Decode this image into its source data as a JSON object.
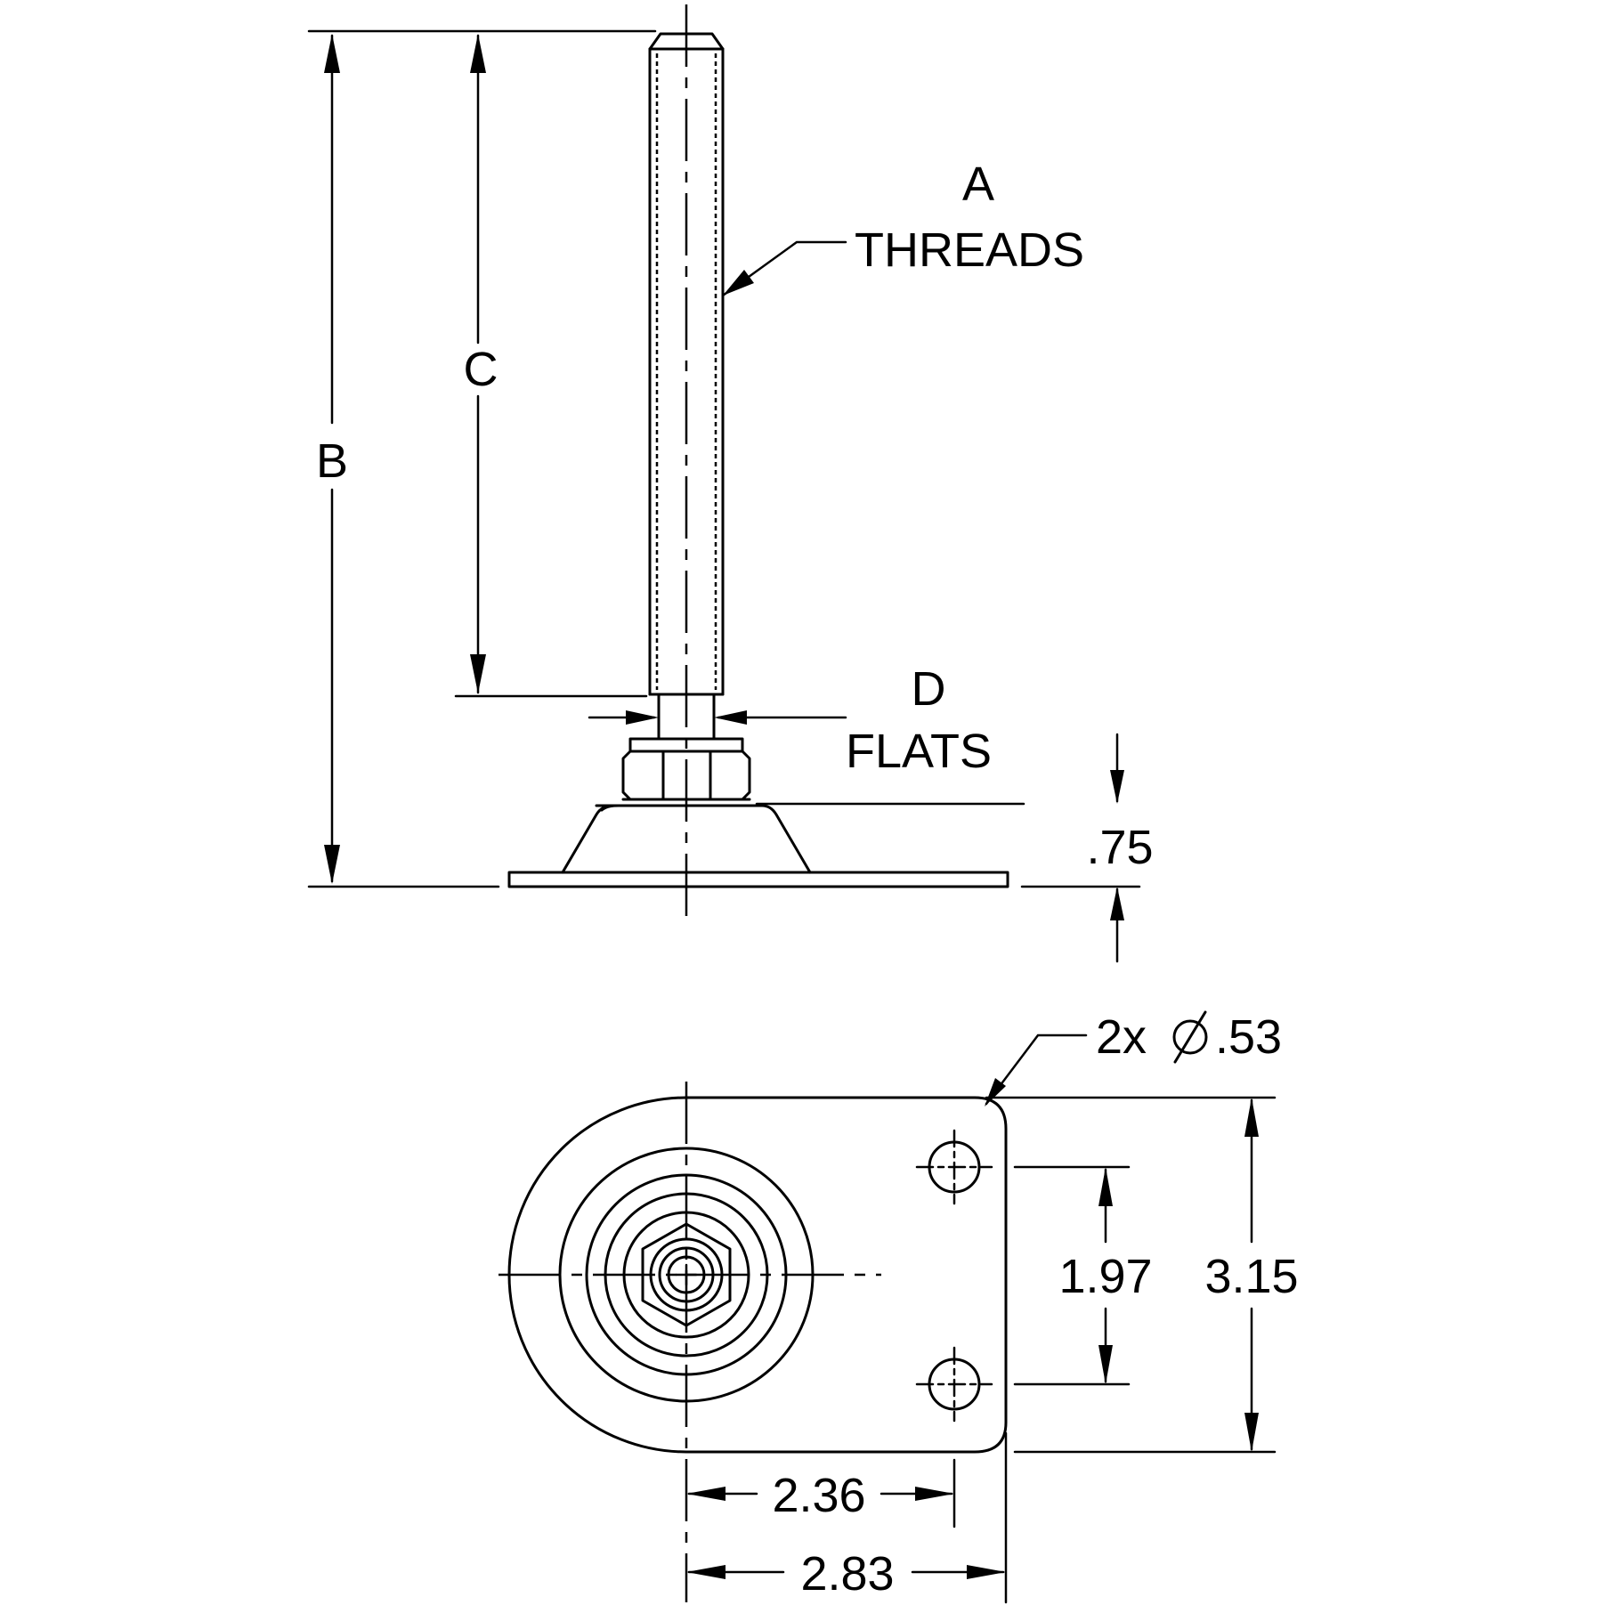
{
  "side_view": {
    "label_a": "A",
    "label_threads": "THREADS",
    "label_b": "B",
    "label_c": "C",
    "label_d": "D",
    "label_flats": "FLATS",
    "dim_base_height": ".75"
  },
  "top_view": {
    "label_holes": "2x",
    "label_hole_dia": ".53",
    "dim_hole_spacing": "1.97",
    "dim_width": "3.15",
    "dim_hole_offset": "2.36",
    "dim_length": "2.83"
  },
  "symbols": {
    "diameter_icon": "diameter-symbol"
  }
}
